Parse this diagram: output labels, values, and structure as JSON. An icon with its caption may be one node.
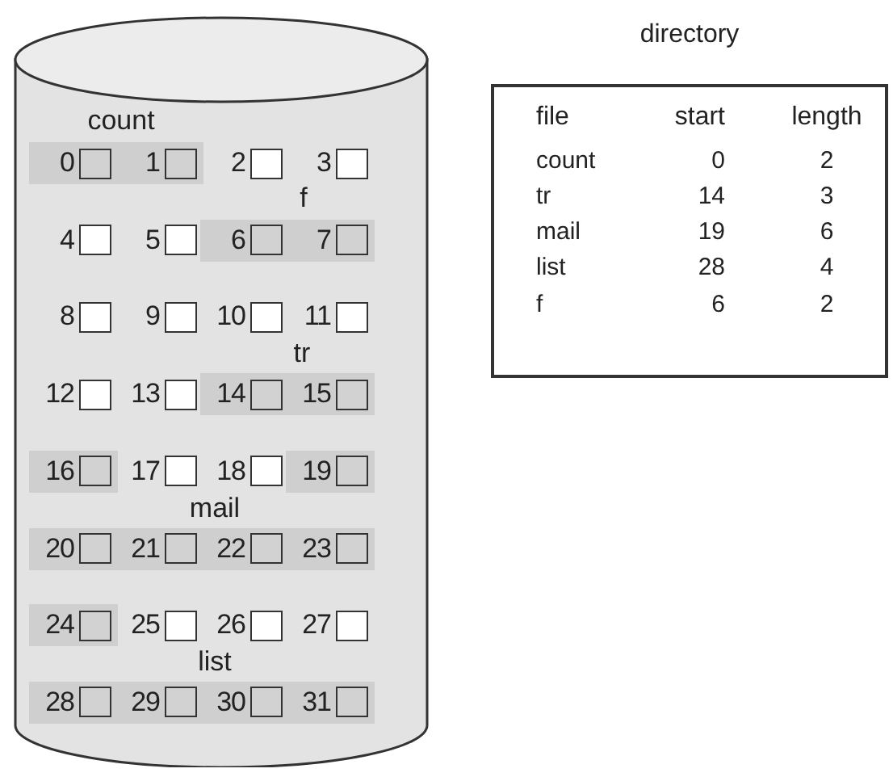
{
  "diagram": {
    "nodes": [
      {
        "text": [],
        "shape": "cylinder"
      },
      {
        "text": [],
        "shape": "box",
        "in": 0,
        "beside": [
          "0"
        ]
      },
      {
        "text": [],
        "shape": "box",
        "in": 0,
        "beside": [
          "1"
        ]
      },
      {
        "text": [],
        "shape": "box",
        "in": 0,
        "beside": [
          "2"
        ]
      },
      {
        "text": [],
        "shape": "box",
        "in": 0,
        "beside": [
          "3"
        ]
      },
      {
        "text": [],
        "shape": "box",
        "in": 0,
        "beside": [
          "4"
        ]
      },
      {
        "text": [],
        "shape": "box",
        "in": 0,
        "beside": [
          "5"
        ]
      },
      {
        "text": [],
        "shape": "box",
        "in": 0,
        "beside": [
          "6"
        ]
      },
      {
        "text": [],
        "shape": "box",
        "in": 0,
        "beside": [
          "7"
        ]
      },
      {
        "text": [],
        "shape": "box",
        "in": 0,
        "beside": [
          "8"
        ]
      },
      {
        "text": [],
        "shape": "box",
        "in": 0,
        "beside": [
          "9"
        ]
      },
      {
        "text": [],
        "shape": "box",
        "in": 0,
        "beside": [
          "10"
        ]
      },
      {
        "text": [],
        "shape": "box",
        "in": 0,
        "beside": [
          "11"
        ]
      },
      {
        "text": [],
        "shape": "box",
        "in": 0,
        "beside": [
          "12"
        ]
      },
      {
        "text": [],
        "shape": "box",
        "in": 0,
        "beside": [
          "13"
        ]
      },
      {
        "text": [],
        "shape": "box",
        "in": 0,
        "beside": [
          "14"
        ]
      },
      {
        "text": [],
        "shape": "box",
        "in": 0,
        "beside": [
          "15"
        ]
      },
      {
        "text": [],
        "shape": "box",
        "in": 0,
        "beside": [
          "16"
        ]
      },
      {
        "text": [],
        "shape": "box",
        "in": 0,
        "beside": [
          "17"
        ]
      },
      {
        "text": [],
        "shape": "box",
        "in": 0,
        "beside": [
          "18"
        ]
      },
      {
        "text": [],
        "shape": "box",
        "in": 0,
        "beside": [
          "19"
        ]
      },
      {
        "text": [],
        "shape": "box",
        "in": 0,
        "beside": [
          "20"
        ]
      },
      {
        "text": [],
        "shape": "box",
        "in": 0,
        "beside": [
          "21"
        ]
      },
      {
        "text": [],
        "shape": "box",
        "in": 0,
        "beside": [
          "22"
        ]
      },
      {
        "text": [],
        "shape": "box",
        "in": 0,
        "beside": [
          "23"
        ]
      },
      {
        "text": [],
        "shape": "box",
        "in": 0,
        "beside": [
          "24"
        ]
      },
      {
        "text": [],
        "shape": "box",
        "in": 0,
        "beside": [
          "25"
        ]
      },
      {
        "text": [],
        "shape": "box",
        "in": 0,
        "beside": [
          "26"
        ]
      },
      {
        "text": [],
        "shape": "box",
        "in": 0,
        "beside": [
          "27"
        ]
      },
      {
        "text": [],
        "shape": "box",
        "in": 0,
        "beside": [
          "28"
        ]
      },
      {
        "text": [],
        "shape": "box",
        "in": 0,
        "beside": [
          "29"
        ]
      },
      {
        "text": [],
        "shape": "box",
        "in": 0,
        "beside": [
          "30"
        ]
      },
      {
        "text": [],
        "shape": "box",
        "in": 0,
        "beside": [
          "31"
        ]
      },
      {
        "text": [
          "directory"
        ]
      }
    ],
    "labels": [
      "count",
      "f",
      "tr",
      "mail",
      "list",
      "file",
      "start",
      "length",
      "count",
      "0",
      "2",
      "tr",
      "14",
      "3",
      "mail",
      "19",
      "6",
      "list",
      "28",
      "4",
      "f",
      "6",
      "2"
    ]
  }
}
